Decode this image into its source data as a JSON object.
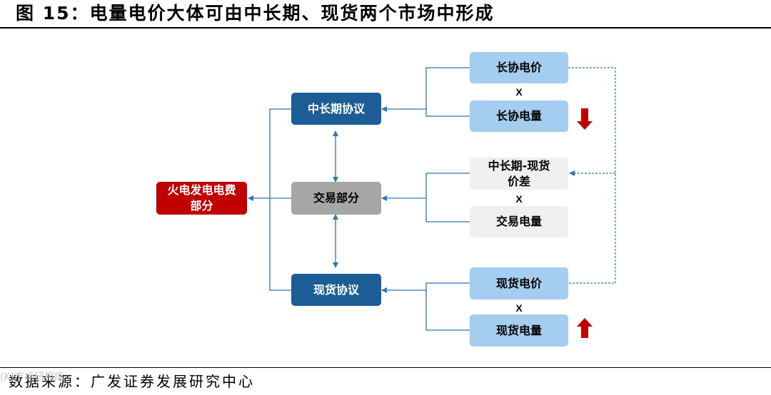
{
  "title": "图 15：电量电价大体可由中长期、现货两个市场中形成",
  "source": "数据来源：广发证券发展研究中心",
  "watermark": "(K)市场研报库",
  "nodes": {
    "thermal_fee": "火电发电电费部分",
    "mid_long_agreement": "中长期协议",
    "trading_part": "交易部分",
    "spot_agreement": "现货协议",
    "long_price": "长协电价",
    "long_volume": "长协电量",
    "price_spread": "中长期-现货价差",
    "trade_volume": "交易电量",
    "spot_price": "现货电价",
    "spot_volume": "现货电量"
  },
  "multiply_symbol": "X",
  "trends": {
    "long_volume": "down",
    "spot_volume": "up"
  },
  "colors": {
    "dark_blue": "#1d5d96",
    "light_blue": "#a4cdf0",
    "grey": "#a6a6a6",
    "red": "#c00000",
    "connector": "#2e75b6"
  }
}
